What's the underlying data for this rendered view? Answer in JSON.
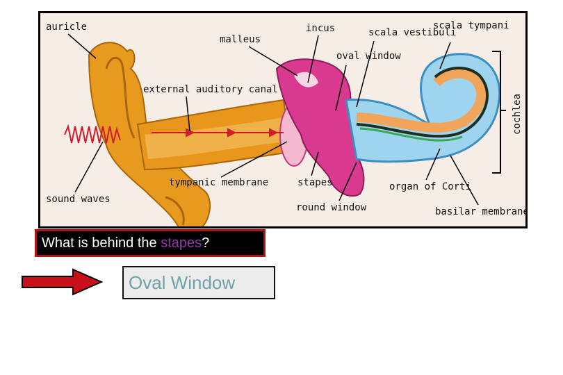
{
  "diagram": {
    "labels": {
      "auricle": "auricle",
      "malleus": "malleus",
      "incus": "incus",
      "scala_vestibuli": "scala vestibuli",
      "scala_tympani": "scala tympani",
      "oval_window": "oval window",
      "cochlea": "cochlea",
      "external_auditory_canal": "external auditory canal",
      "sound_waves": "sound waves",
      "tympanic_membrane": "tympanic membrane",
      "stapes": "stapes",
      "round_window": "round window",
      "organ_of_corti": "organ of Corti",
      "basilar_membrane": "basilar membrane"
    }
  },
  "question": {
    "prefix": "What is behind the ",
    "keyword": "stapes",
    "suffix": "?"
  },
  "answer": {
    "text": "Oval Window"
  },
  "colors": {
    "ear": "#e89a1e",
    "ossicles": "#d9398f",
    "cochlea_fluid": "#9fd4ee",
    "question_keyword": "#9a37b0",
    "answer_text": "#6fa2a8",
    "arrow": "#c8101a"
  }
}
